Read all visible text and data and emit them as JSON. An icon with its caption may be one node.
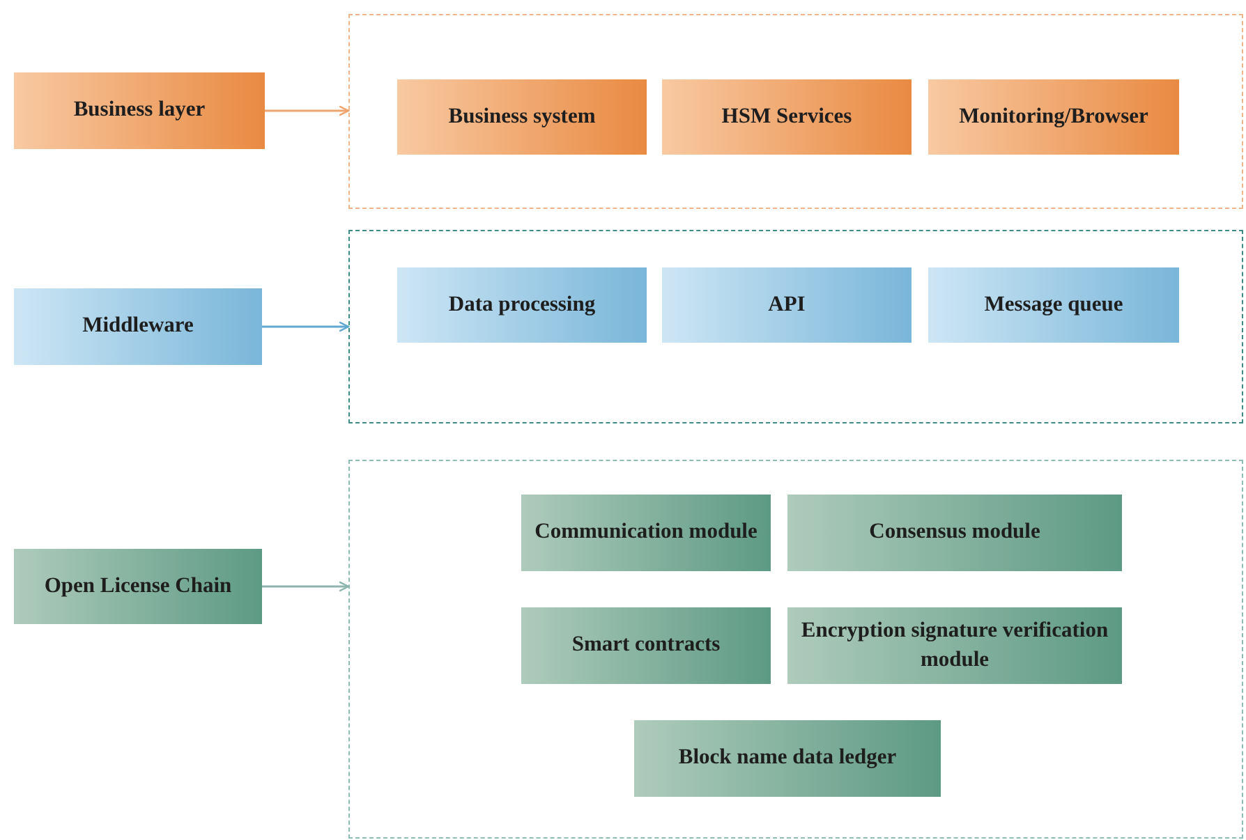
{
  "diagram": {
    "nodes": [
      {
        "text": [
          "Business layer"
        ]
      },
      {
        "text": [],
        "shape": "box"
      },
      {
        "text": [
          "Business system"
        ],
        "in": 1
      },
      {
        "text": [
          "HSM Services"
        ],
        "in": 1
      },
      {
        "text": [
          "Monitoring/Browser"
        ],
        "in": 1
      },
      {
        "text": [
          "Middleware"
        ]
      },
      {
        "text": [],
        "shape": "box"
      },
      {
        "text": [
          "Data processing"
        ],
        "in": 6
      },
      {
        "text": [
          "API"
        ],
        "in": 6
      },
      {
        "text": [
          "Message queue"
        ],
        "in": 6
      },
      {
        "text": [
          "Open License Chain"
        ]
      },
      {
        "text": [],
        "shape": "box"
      },
      {
        "text": [
          "Communication module"
        ],
        "in": 11
      },
      {
        "text": [
          "Consensus module"
        ],
        "in": 11
      },
      {
        "text": [
          "Smart contracts"
        ],
        "in": 11
      },
      {
        "text": [
          "Encryption signature verification module"
        ],
        "in": 11
      },
      {
        "text": [
          "Block name data ledger"
        ],
        "in": 11
      }
    ],
    "edges": [
      {
        "from": 0,
        "to": 1,
        "arrow": "to",
        "color": "#f0a46e"
      },
      {
        "from": 5,
        "to": 6,
        "arrow": "to",
        "color": "#5fa8cf"
      },
      {
        "from": 10,
        "to": 11,
        "arrow": "to",
        "color": "#8db4ae"
      }
    ]
  }
}
